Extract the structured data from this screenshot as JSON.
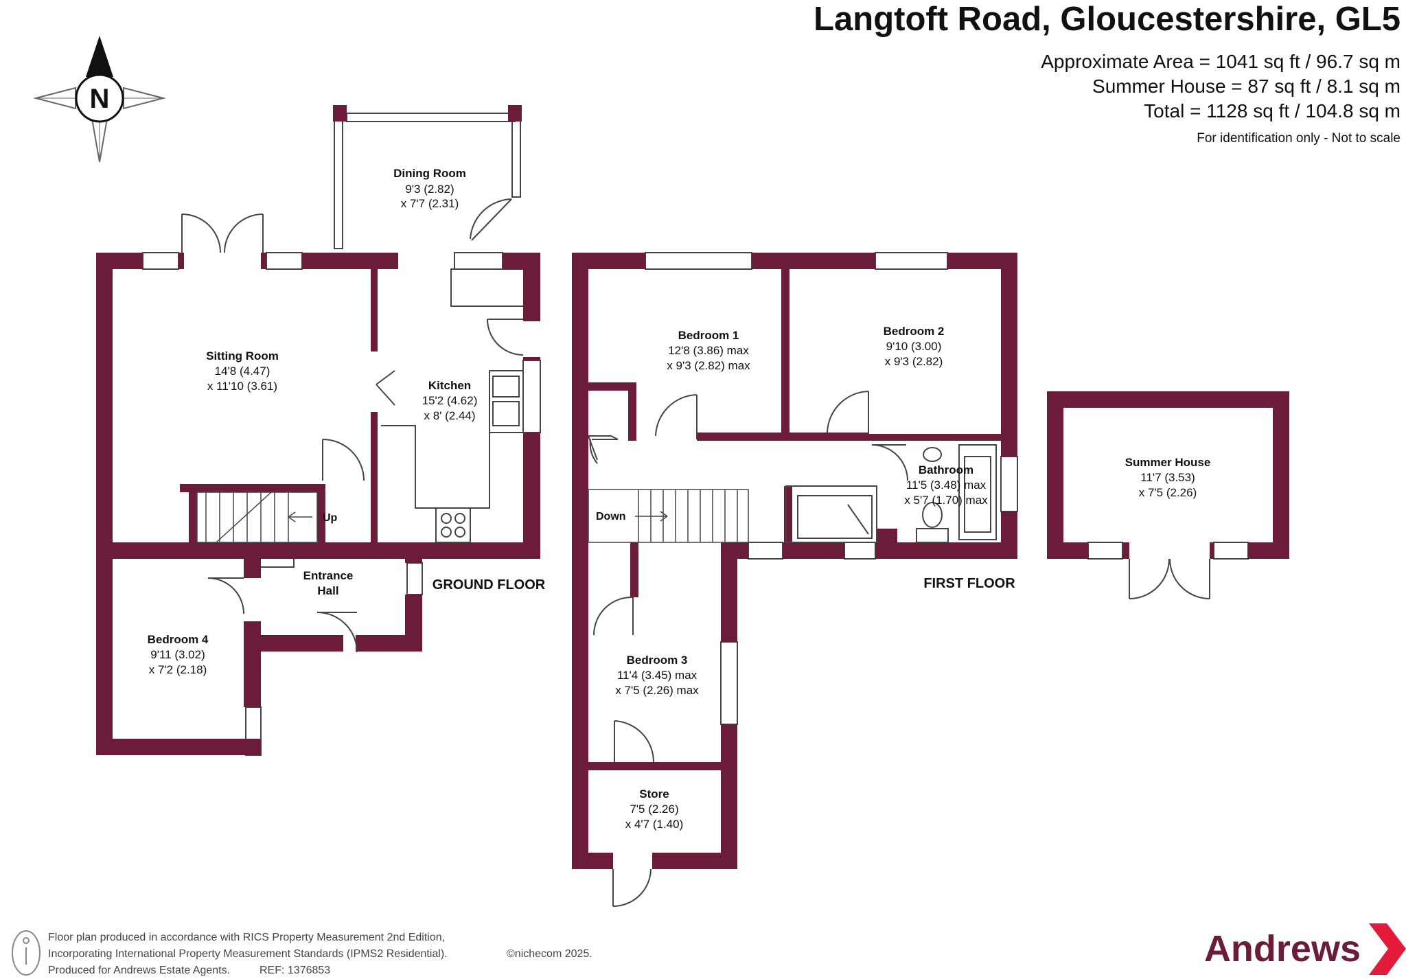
{
  "header": {
    "title": "Langtoft Road, Gloucestershire, GL5",
    "approx_area": "Approximate Area = 1041 sq ft / 96.7 sq m",
    "summer_house_area": "Summer House = 87 sq ft / 8.1 sq m",
    "total_area": "Total = 1128 sq ft / 104.8 sq m",
    "disclaimer": "For identification only - Not to scale"
  },
  "compass": {
    "label": "N",
    "icon": "compass-rose-icon"
  },
  "colors": {
    "wall": "#6b1c3b",
    "line": "#444444",
    "text": "#111111"
  },
  "floors": {
    "ground": "GROUND FLOOR",
    "first": "FIRST FLOOR"
  },
  "rooms": {
    "dining_room": {
      "name": "Dining Room",
      "dim1": "9'3 (2.82)",
      "dim2": "x 7'7 (2.31)"
    },
    "sitting_room": {
      "name": "Sitting Room",
      "dim1": "14'8 (4.47)",
      "dim2": "x 11'10 (3.61)"
    },
    "kitchen": {
      "name": "Kitchen",
      "dim1": "15'2 (4.62)",
      "dim2": "x 8' (2.44)"
    },
    "entrance_hall": {
      "name1": "Entrance",
      "name2": "Hall"
    },
    "bedroom4": {
      "name": "Bedroom 4",
      "dim1": "9'11 (3.02)",
      "dim2": "x 7'2 (2.18)"
    },
    "bedroom1": {
      "name": "Bedroom 1",
      "dim1": "12'8 (3.86) max",
      "dim2": "x 9'3 (2.82) max"
    },
    "bedroom2": {
      "name": "Bedroom 2",
      "dim1": "9'10 (3.00)",
      "dim2": "x 9'3 (2.82)"
    },
    "bathroom": {
      "name": "Bathroom",
      "dim1": "11'5 (3.48) max",
      "dim2": "x 5'7 (1.70) max"
    },
    "bedroom3": {
      "name": "Bedroom 3",
      "dim1": "11'4 (3.45) max",
      "dim2": "x 7'5 (2.26) max"
    },
    "store": {
      "name": "Store",
      "dim1": "7'5 (2.26)",
      "dim2": "x 4'7 (1.40)"
    },
    "summer_house": {
      "name": "Summer House",
      "dim1": "11'7 (3.53)",
      "dim2": "x 7'5 (2.26)"
    }
  },
  "stairs": {
    "up": "Up",
    "down": "Down"
  },
  "footer": {
    "line1": "Floor plan produced in accordance with RICS Property Measurement 2nd Edition,",
    "line2": "Incorporating International Property Measurement Standards (IPMS2 Residential).",
    "copyright": "©nichecom 2025.",
    "line3": "Produced for Andrews Estate Agents.",
    "ref": "REF: 1376853",
    "person_icon": "person-silhouette-icon"
  },
  "brand": {
    "name": "Andrews",
    "icon": "chevron-right-icon"
  }
}
